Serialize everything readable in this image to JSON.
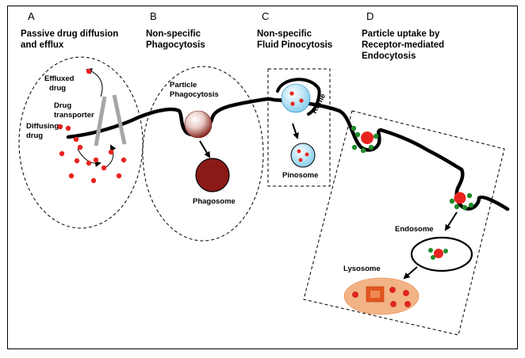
{
  "panels": {
    "a": {
      "letter": "A",
      "title_line1": "Passive drug diffusion",
      "title_line2": "and efflux",
      "effluxed_line1": "Effluxed",
      "effluxed_line2": "drug",
      "transporter_line1": "Drug",
      "transporter_line2": "transporter",
      "diffusing_line1": "Diffusing",
      "diffusing_line2": "drug"
    },
    "b": {
      "letter": "B",
      "title_line1": "Non-specific",
      "title_line2": "Phagocytosis",
      "particle_line1": "Particle",
      "particle_line2": "Phagocytosis",
      "phagosome": "Phagosome"
    },
    "c": {
      "letter": "C",
      "title_line1": "Non-specific",
      "title_line2": "Fluid Pinocytosis",
      "ruffle": "Ruffle",
      "pinosome": "Pinosome"
    },
    "d": {
      "letter": "D",
      "title_line1": "Particle uptake by",
      "title_line2": "Receptor-mediated",
      "title_line3": "Endocytosis",
      "endosome": "Endosome",
      "lysosome": "Lysosome"
    }
  },
  "colors": {
    "drug": "#e8231f",
    "receptor": "#1f8c2a",
    "phagosome": "#8b1a16",
    "pinosome": "#8fd4f2",
    "lysosome": "#f2b487",
    "lysosome_inner": "#e2561e",
    "transporter": "#a6a6a6"
  }
}
